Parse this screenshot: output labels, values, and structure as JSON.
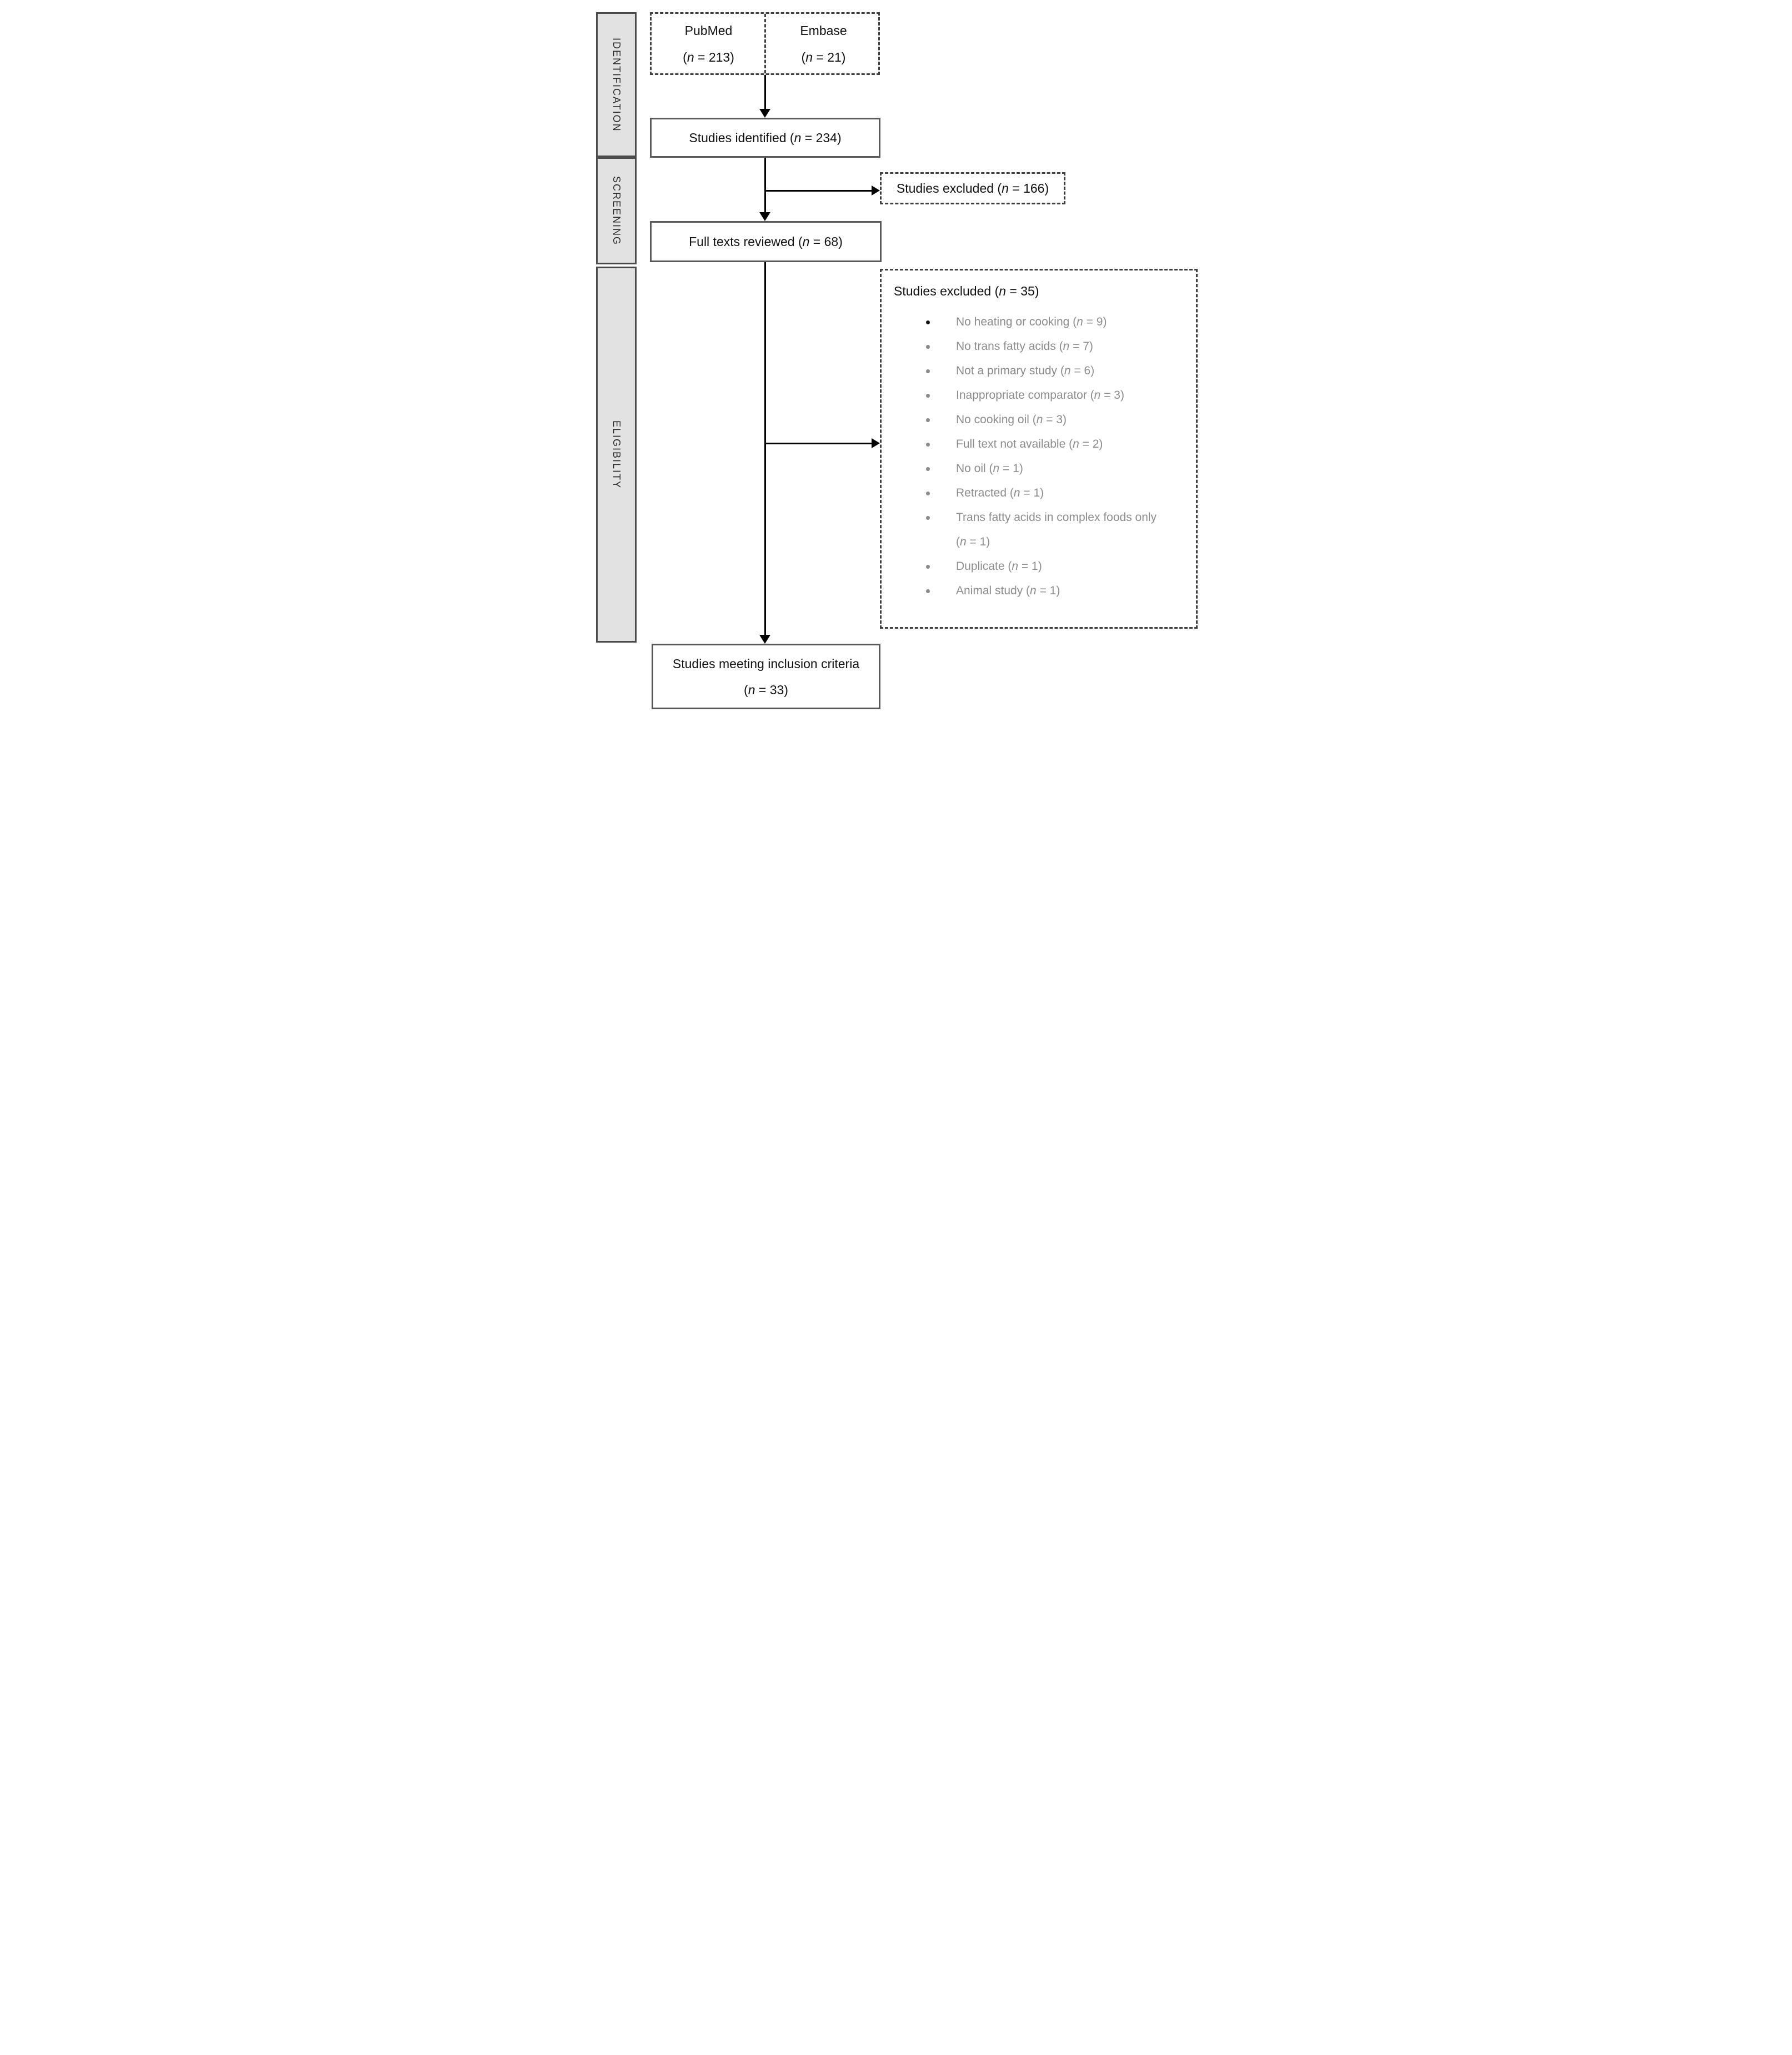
{
  "sidebar": {
    "identification": "IDENTIFICATION",
    "screening": "SCREENING",
    "eligibility": "ELIGIBILITY"
  },
  "identification": {
    "pubmed_name": "PubMed",
    "pubmed_count": [
      {
        "t": "("
      },
      {
        "t": "n",
        "i": 1
      },
      {
        "t": " = 213)"
      }
    ],
    "embase_name": "Embase",
    "embase_count": [
      {
        "t": "("
      },
      {
        "t": "n",
        "i": 1
      },
      {
        "t": " = 21)"
      }
    ],
    "identified_label": [
      {
        "t": "Studies identified ("
      },
      {
        "t": "n",
        "i": 1
      },
      {
        "t": " = 234)"
      }
    ]
  },
  "screening": {
    "excluded_label": [
      {
        "t": "Studies excluded ("
      },
      {
        "t": "n",
        "i": 1
      },
      {
        "t": " = 166)"
      }
    ],
    "full_texts_label": [
      {
        "t": "Full texts reviewed ("
      },
      {
        "t": "n",
        "i": 1
      },
      {
        "t": " = 68)"
      }
    ]
  },
  "eligibility": {
    "excluded_heading": [
      {
        "t": "Studies excluded ("
      },
      {
        "t": "n",
        "i": 1
      },
      {
        "t": " = 35)"
      }
    ],
    "reasons": [
      {
        "lines": [
          [
            {
              "t": "No heating or cooking ("
            },
            {
              "t": "n",
              "i": 1
            },
            {
              "t": " = 9)"
            }
          ]
        ]
      },
      {
        "lines": [
          [
            {
              "t": "No trans fatty acids ("
            },
            {
              "t": "n",
              "i": 1
            },
            {
              "t": " = 7)"
            }
          ]
        ]
      },
      {
        "lines": [
          [
            {
              "t": "Not a primary study ("
            },
            {
              "t": "n",
              "i": 1
            },
            {
              "t": " = 6)"
            }
          ]
        ]
      },
      {
        "lines": [
          [
            {
              "t": "Inappropriate comparator ("
            },
            {
              "t": "n",
              "i": 1
            },
            {
              "t": " = 3)"
            }
          ]
        ]
      },
      {
        "lines": [
          [
            {
              "t": "No cooking oil ("
            },
            {
              "t": "n",
              "i": 1
            },
            {
              "t": " = 3)"
            }
          ]
        ]
      },
      {
        "lines": [
          [
            {
              "t": "Full text not available ("
            },
            {
              "t": "n",
              "i": 1
            },
            {
              "t": " = 2)"
            }
          ]
        ]
      },
      {
        "lines": [
          [
            {
              "t": "No oil ("
            },
            {
              "t": "n",
              "i": 1
            },
            {
              "t": " = 1)"
            }
          ]
        ]
      },
      {
        "lines": [
          [
            {
              "t": "Retracted ("
            },
            {
              "t": "n",
              "i": 1
            },
            {
              "t": " = 1)"
            }
          ]
        ]
      },
      {
        "lines": [
          [
            {
              "t": "Trans fatty acids in complex foods only"
            }
          ],
          [
            {
              "t": "("
            },
            {
              "t": "n",
              "i": 1
            },
            {
              "t": " = 1)"
            }
          ]
        ]
      },
      {
        "lines": [
          [
            {
              "t": "Duplicate ("
            },
            {
              "t": "n",
              "i": 1
            },
            {
              "t": " = 1)"
            }
          ]
        ]
      },
      {
        "lines": [
          [
            {
              "t": "Animal study ("
            },
            {
              "t": "n",
              "i": 1
            },
            {
              "t": " = 1)"
            }
          ]
        ]
      }
    ],
    "included_line1": [
      {
        "t": "Studies meeting inclusion criteria"
      }
    ],
    "included_line2": [
      {
        "t": "("
      },
      {
        "t": "n",
        "i": 1
      },
      {
        "t": " = 33)"
      }
    ]
  }
}
